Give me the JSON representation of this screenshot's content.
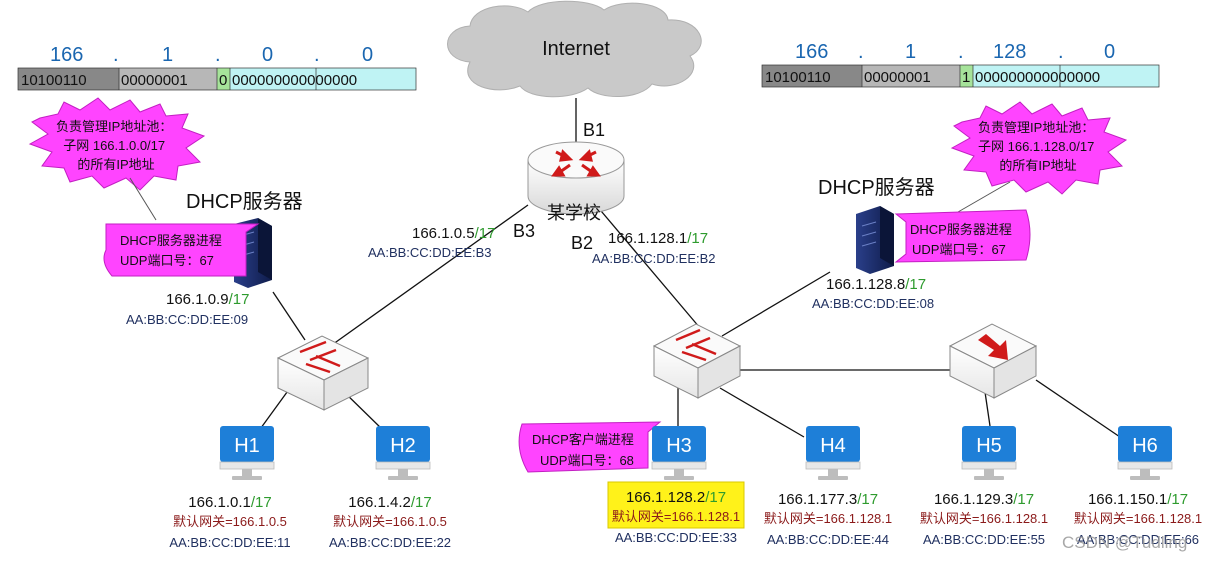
{
  "internet": "Internet",
  "router": {
    "name": "某学校",
    "ports": {
      "b1": "B1",
      "b2": "B2",
      "b3": "B3"
    }
  },
  "left_prefix": {
    "octets": [
      "166",
      ".",
      "1",
      ".",
      "0",
      ".",
      "0"
    ],
    "net_bits": "10100110",
    "bits2": "00000001",
    "sub_bit": "0",
    "host_bits": "000000000000000"
  },
  "right_prefix": {
    "octets": [
      "166",
      ".",
      "1",
      ".",
      "128",
      ".",
      "0"
    ],
    "net_bits": "10100110",
    "bits2": "00000001",
    "sub_bit": "1",
    "host_bits": "000000000000000"
  },
  "bubble_left": {
    "line1": "负责管理IP地址池：",
    "line2": "子网 166.1.0.0/17",
    "line3": "的所有IP地址"
  },
  "bubble_right": {
    "line1": "负责管理IP地址池：",
    "line2": "子网 166.1.128.0/17",
    "line3": "的所有IP地址"
  },
  "dhcp_left": {
    "title": "DHCP服务器",
    "proc": "DHCP服务器进程",
    "port": "UDP端口号：67",
    "ip": "166.1.0.9",
    "mask": "/17",
    "mac": "AA:BB:CC:DD:EE:09"
  },
  "dhcp_right": {
    "title": "DHCP服务器",
    "proc": "DHCP服务器进程",
    "port": "UDP端口号：67",
    "ip": "166.1.128.8",
    "mask": "/17",
    "mac": "AA:BB:CC:DD:EE:08"
  },
  "router_b3": {
    "ip": "166.1.0.5",
    "mask": "/17",
    "mac": "AA:BB:CC:DD:EE:B3"
  },
  "router_b2": {
    "ip": "166.1.128.1",
    "mask": "/17",
    "mac": "AA:BB:CC:DD:EE:B2"
  },
  "client_tag": {
    "proc": "DHCP客户端进程",
    "port": "UDP端口号：68"
  },
  "hosts": [
    {
      "name": "H1",
      "ip": "166.1.0.1",
      "mask": "/17",
      "gw": "默认网关=166.1.0.5",
      "mac": "AA:BB:CC:DD:EE:11"
    },
    {
      "name": "H2",
      "ip": "166.1.4.2",
      "mask": "/17",
      "gw": "默认网关=166.1.0.5",
      "mac": "AA:BB:CC:DD:EE:22"
    },
    {
      "name": "H3",
      "ip": "166.1.128.2",
      "mask": "/17",
      "gw": "默认网关=166.1.128.1",
      "mac": "AA:BB:CC:DD:EE:33"
    },
    {
      "name": "H4",
      "ip": "166.1.177.3",
      "mask": "/17",
      "gw": "默认网关=166.1.128.1",
      "mac": "AA:BB:CC:DD:EE:44"
    },
    {
      "name": "H5",
      "ip": "166.1.129.3",
      "mask": "/17",
      "gw": "默认网关=166.1.128.1",
      "mac": "AA:BB:CC:DD:EE:55"
    },
    {
      "name": "H6",
      "ip": "166.1.150.1",
      "mask": "/17",
      "gw": "默认网关=166.1.128.1",
      "mac": "AA:BB:CC:DD:EE:66"
    }
  ],
  "watermark": "CSDN @Tudling",
  "colors": {
    "green": "#2e9b2e",
    "blue_label": "#1a66b0",
    "magenta": "#ff44ff",
    "highlight": "#fff21a",
    "monitor": "#1e7fd8",
    "gw": "#8b1a1a",
    "mac": "#203060"
  }
}
